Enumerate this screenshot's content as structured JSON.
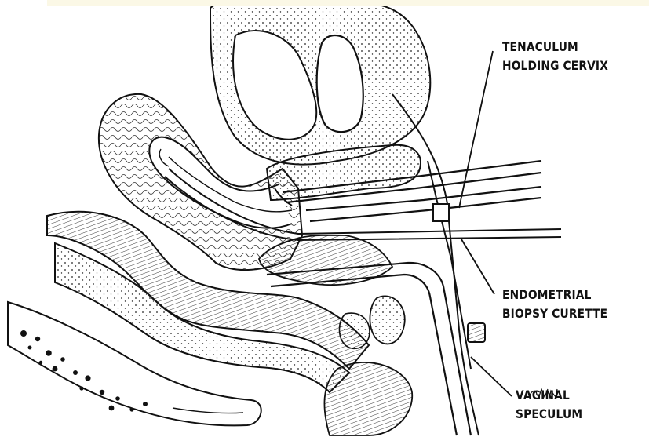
{
  "colors": {
    "ink": "#111111",
    "background": "#ffffff",
    "banner": "#fbf8e6"
  },
  "labels": {
    "tenaculum": [
      "TENACULUM",
      "HOLDING CERVIX"
    ],
    "curette": [
      "ENDOMETRIAL",
      "BIOPSY CURETTE"
    ],
    "speculum": [
      "VAGINAL",
      "SPECULUM"
    ]
  },
  "signature": "CWN"
}
